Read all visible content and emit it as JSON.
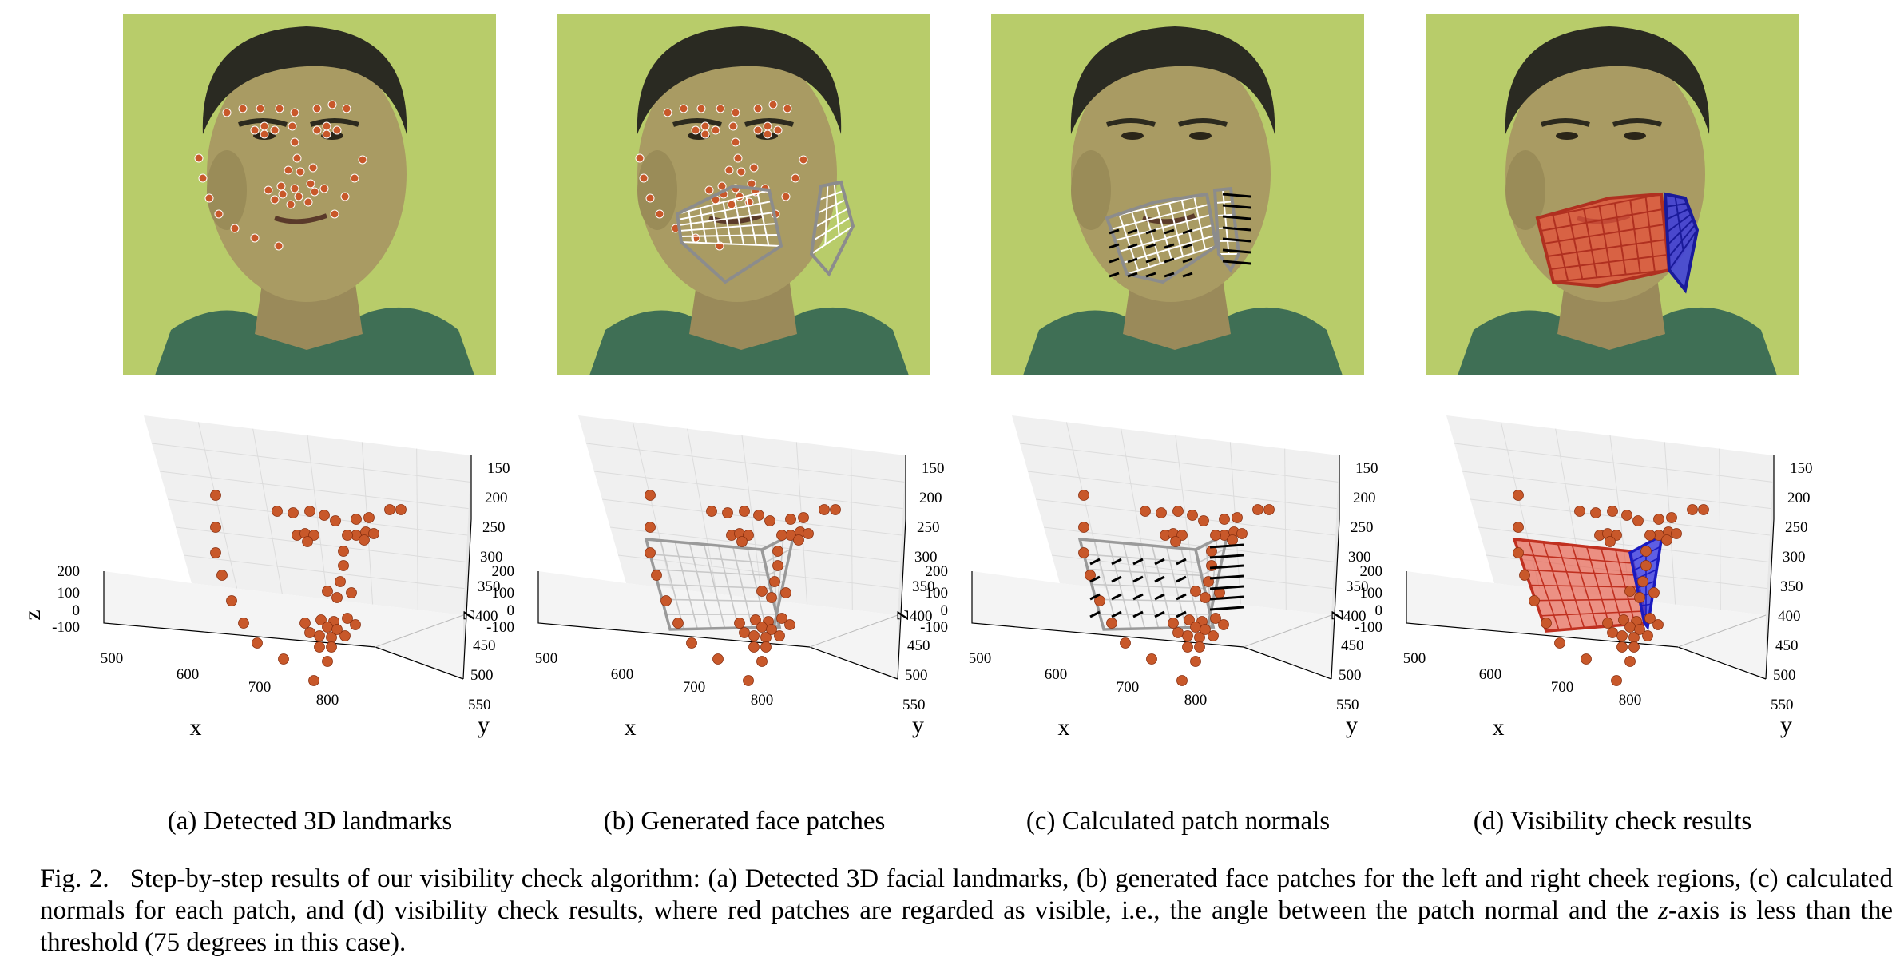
{
  "panels": [
    {
      "id": "a",
      "subcaption": "(a) Detected 3D landmarks",
      "patches": "none"
    },
    {
      "id": "b",
      "subcaption": "(b) Generated face patches",
      "patches": "grid"
    },
    {
      "id": "c",
      "subcaption": "(c) Calculated patch normals",
      "patches": "normals"
    },
    {
      "id": "d",
      "subcaption": "(d) Visibility check results",
      "patches": "visibility"
    }
  ],
  "axes": {
    "x_label": "x",
    "y_label": "y",
    "z_label": "z",
    "x_ticks": [
      "500",
      "600",
      "700",
      "800"
    ],
    "y_ticks": [
      "150",
      "200",
      "250",
      "300",
      "350",
      "400",
      "450",
      "500",
      "550"
    ],
    "z_ticks": [
      "200",
      "100",
      "0",
      "-100"
    ]
  },
  "caption": {
    "label": "Fig. 2.",
    "text_before_italic": "Step-by-step results of our visibility check algorithm: (a) Detected 3D facial landmarks, (b) generated face patches for the left and right cheek regions, (c) calculated normals for each patch, and (d) visibility check results, where red patches are regarded as visible, i.e., the angle between the patch normal and the ",
    "italic": "z",
    "text_after_italic": "-axis is less than the threshold (75 degrees in this case)."
  },
  "colors": {
    "background_photo": "#b8cc6a",
    "landmark": "#c8582a",
    "visible_patch": "#e8503a",
    "invisible_patch": "#3a3ae0",
    "grid_line": "#9a9a9a"
  }
}
